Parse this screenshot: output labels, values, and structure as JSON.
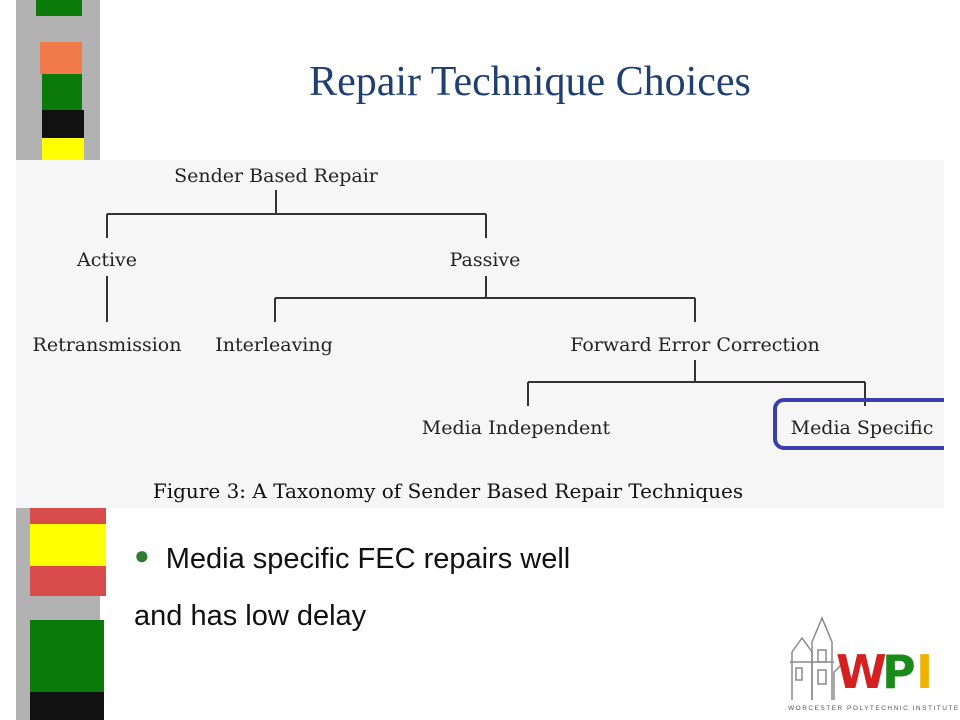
{
  "slide": {
    "title": "Repair Technique Choices",
    "bullet": "Media specific FEC repairs well",
    "body_line2": "and has low delay"
  },
  "diagram": {
    "root": "Sender Based Repair",
    "active": "Active",
    "passive": "Passive",
    "retransmission": "Retransmission",
    "interleaving": "Interleaving",
    "fec": "Forward Error Correction",
    "media_independent": "Media Independent",
    "media_specific": "Media Specific",
    "caption": "Figure 3:  A Taxonomy of Sender Based Repair Techniques",
    "highlight_color": "#3a3fb0"
  },
  "logo": {
    "letters": [
      "W",
      "P",
      "I"
    ],
    "subtitle": "WORCESTER POLYTECHNIC INSTITUTE"
  },
  "colors": {
    "title": "#1f3f73",
    "bar_green": "#0a7a0a",
    "bar_orange": "#f07a4a",
    "bar_black": "#111111",
    "bar_yellow": "#ffff00",
    "bar_red": "#d94c4c",
    "bar_gray": "#b2b2b2"
  }
}
